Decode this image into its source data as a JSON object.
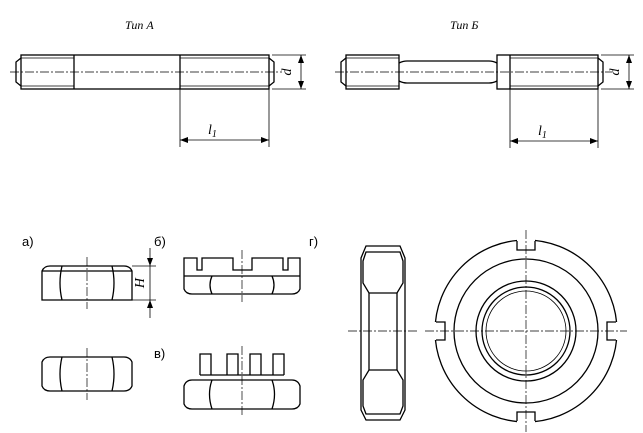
{
  "labels": {
    "type_a": "Тип А",
    "type_b": "Тип Б",
    "dim_d": "d",
    "dim_l1": "l",
    "dim_l1_sub": "1",
    "dim_h": "H",
    "fig_a": "а)",
    "fig_b": "б)",
    "fig_v": "в)",
    "fig_g": "г)"
  },
  "colors": {
    "line": "#000000",
    "background": "#ffffff"
  }
}
